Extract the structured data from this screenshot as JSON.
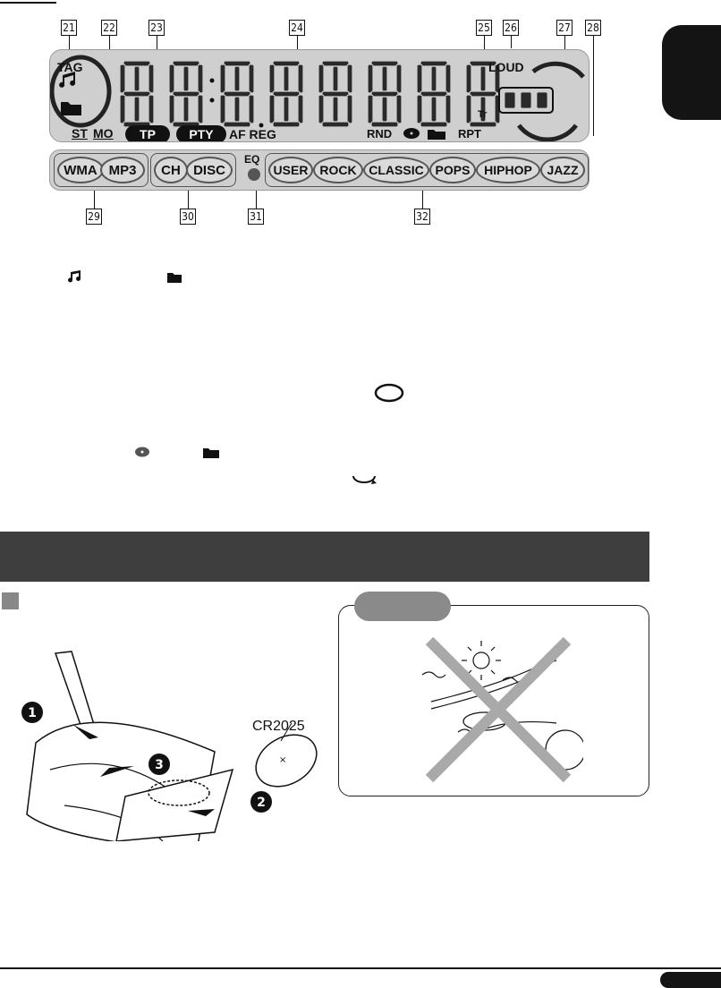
{
  "callouts": [
    "21",
    "22",
    "23",
    "24",
    "25",
    "26",
    "27",
    "28",
    "29",
    "30",
    "31",
    "32"
  ],
  "display": {
    "tag": "TAG",
    "st": "ST",
    "mo": "MO",
    "tp": "TP",
    "pty": "PTY",
    "af_reg": "AF REG",
    "tr": "Tr",
    "loud": "LOUD",
    "rnd": "RND",
    "rpt": "RPT",
    "eq": "EQ",
    "wma": "WMA",
    "mp3": "MP3",
    "ch": "CH",
    "disc": "DISC",
    "sound_modes": [
      "USER",
      "ROCK",
      "CLASSIC",
      "POPS",
      "HIPHOP",
      "JAZZ"
    ]
  },
  "battery_label": "CR2025",
  "steps": [
    "1",
    "2",
    "3"
  ]
}
